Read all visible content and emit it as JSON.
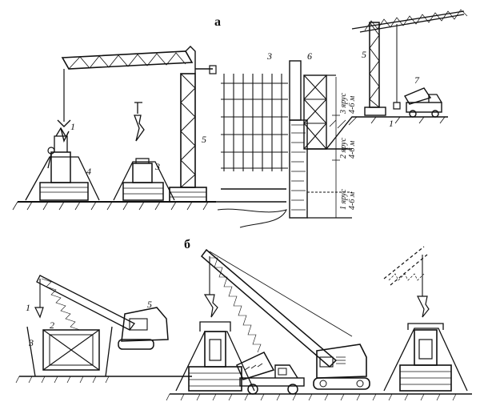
{
  "figure": {
    "panel_a": "а",
    "panel_b": "б"
  },
  "tier_labels": {
    "tier3": "3 ярус",
    "tier3_h": "4-6 м",
    "tier2": "2 ярус",
    "tier2_h": "4-6 м",
    "tier1": "1 ярус",
    "tier1_h": "4-6 м"
  },
  "callouts_a": {
    "n1_left": "1",
    "n4": "4",
    "n3_mid": "3",
    "n5_tower": "5",
    "n3_wall": "3",
    "n6": "6",
    "n5_right": "5",
    "n7": "7",
    "n1_right": "1"
  },
  "callouts_b": {
    "n1": "1",
    "n2": "2",
    "n5": "5",
    "n3": "3"
  }
}
